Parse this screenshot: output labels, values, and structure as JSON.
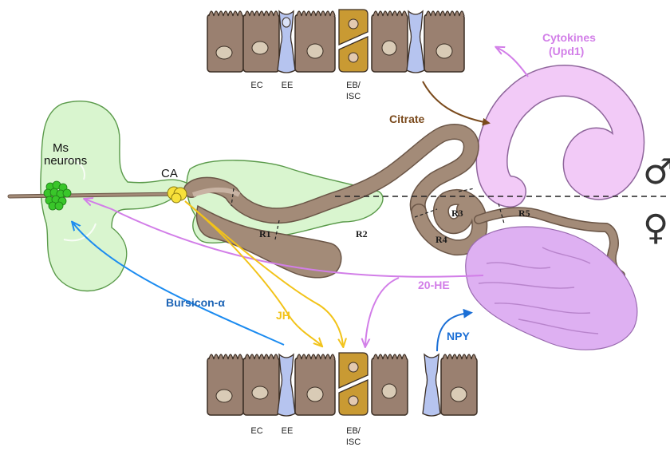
{
  "labels": {
    "cell_types": {
      "ec": "EC",
      "ee": "EE",
      "eb_isc_line1": "EB/",
      "eb_isc_line2": "ISC"
    },
    "brain": {
      "ms_line1": "Ms",
      "ms_line2": "neurons",
      "ca": "CA"
    },
    "gut_regions": [
      "R1",
      "R2",
      "R3",
      "R4",
      "R5"
    ],
    "signals": {
      "cytokines_line1": "Cytokines",
      "cytokines_line2": "(Upd1)",
      "citrate": "Citrate",
      "bursicon": "Bursicon-α",
      "jh": "JH",
      "he20": "20-HE",
      "npy": "NPY"
    },
    "sex_symbols": {
      "male": "♂",
      "female": "♀"
    }
  },
  "colors": {
    "cytokines": "#d27ee8",
    "citrate": "#7a4a1c",
    "bursicon": "#1b8bf0",
    "bursicon_text": "#1b63b5",
    "jh": "#f2c319",
    "he20": "#d27ee8",
    "npy": "#1b6fd6",
    "gut": "#a38b78",
    "brain": "#d9f5cf",
    "testis": "#f2caf7",
    "ovary": "#deb0f2",
    "ec_cell": "#9a8070",
    "ee_cell": "#b6c4ef",
    "eb_cell": "#c99a33"
  }
}
